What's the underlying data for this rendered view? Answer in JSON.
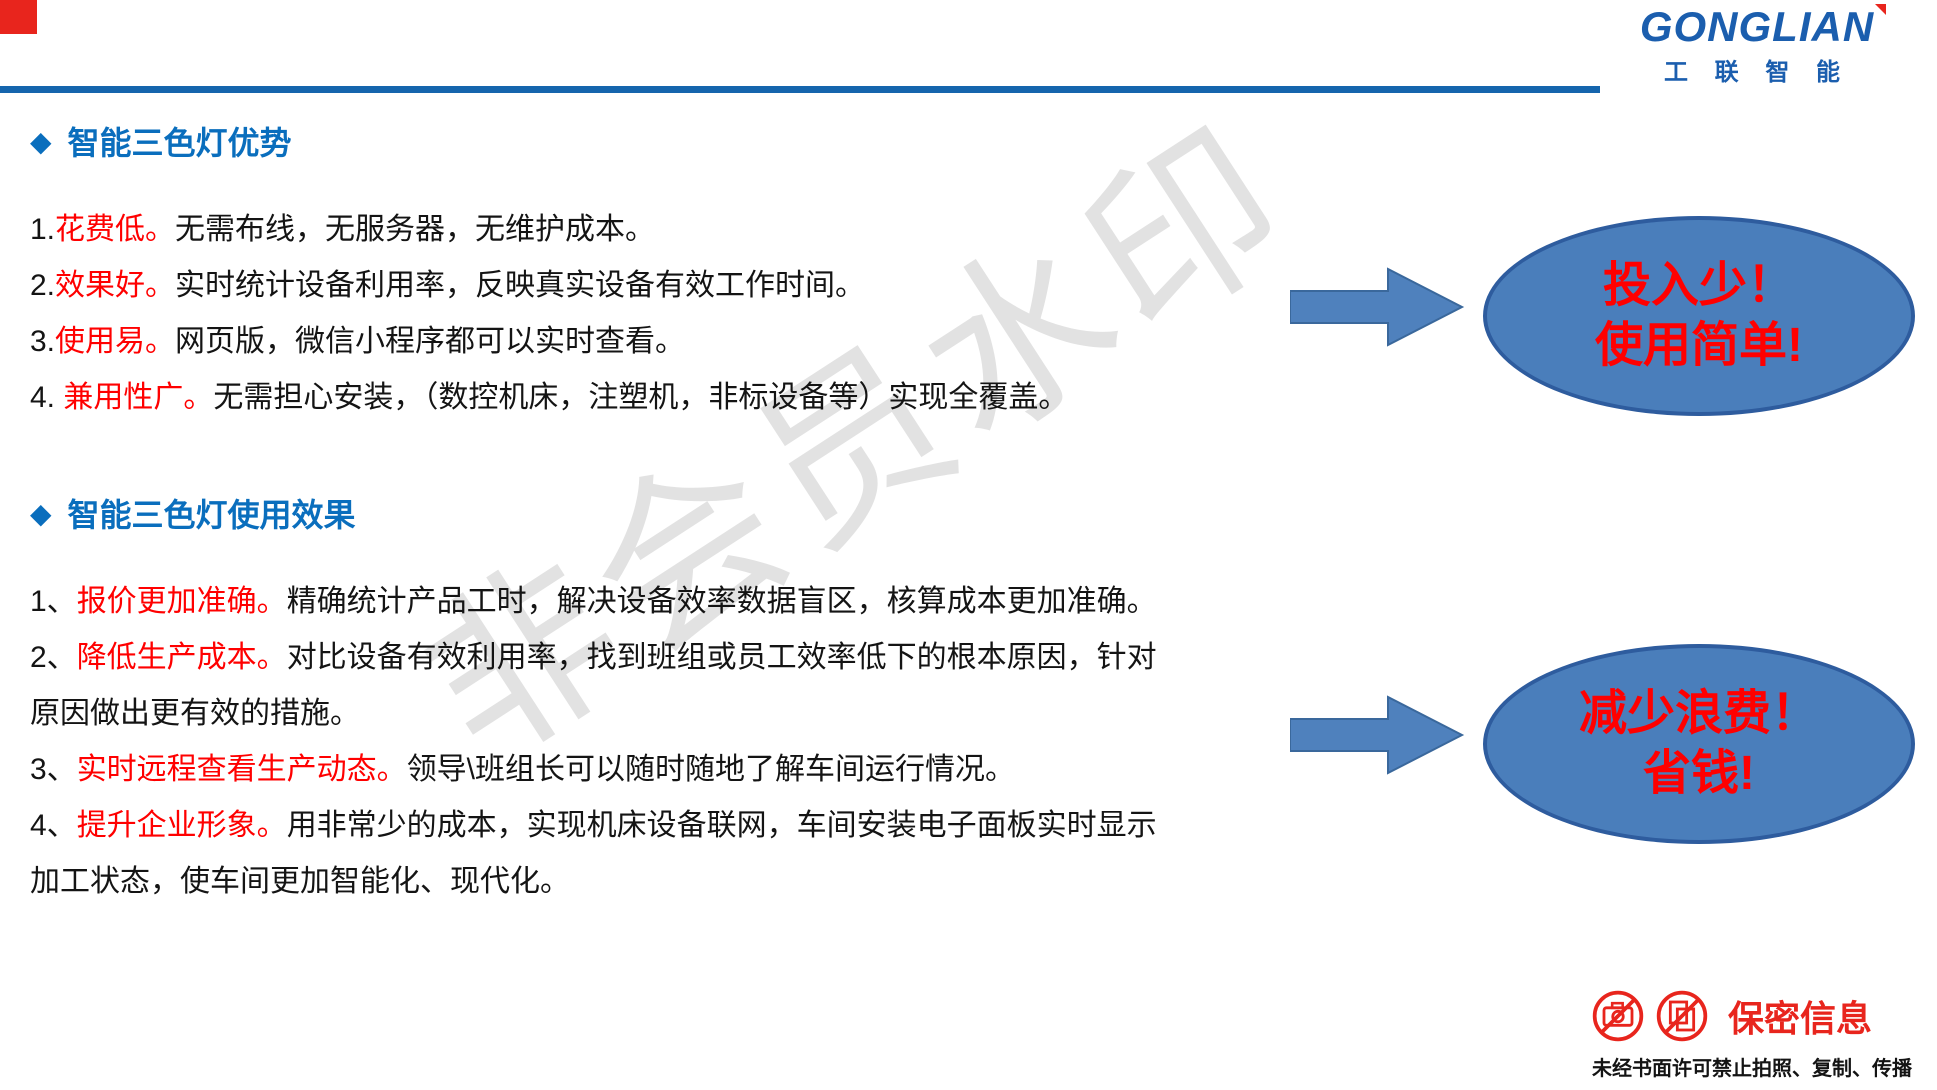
{
  "logo": {
    "brand": "GONGLIAN",
    "subtitle": "工 联 智 能"
  },
  "watermark": {
    "text": "非会员水印"
  },
  "section1": {
    "title": "智能三色灯优势",
    "items": [
      {
        "prefix": "1.",
        "highlight": "花费低。",
        "text": "无需布线，无服务器，无维护成本。"
      },
      {
        "prefix": "2.",
        "highlight": "效果好。",
        "text": "实时统计设备利用率，反映真实设备有效工作时间。"
      },
      {
        "prefix": "3.",
        "highlight": "使用易。",
        "text": "网页版，微信小程序都可以实时查看。"
      },
      {
        "prefix": "4. ",
        "highlight": "兼用性广。",
        "text": "无需担心安装，（数控机床，注塑机，非标设备等）实现全覆盖。"
      }
    ],
    "callout": {
      "line1": "投入少！",
      "line2": "使用简单!"
    }
  },
  "section2": {
    "title": "智能三色灯使用效果",
    "items": [
      {
        "prefix": "1、",
        "highlight": "报价更加准确。",
        "text": "精确统计产品工时，解决设备效率数据盲区，核算成本更加准确。"
      },
      {
        "prefix": "2、",
        "highlight": "降低生产成本。",
        "text": "对比设备有效利用率，找到班组或员工效率低下的根本原因，针对原因做出更有效的措施。"
      },
      {
        "prefix": "3、",
        "highlight": "实时远程查看生产动态。",
        "text": "领导\\班组长可以随时随地了解车间运行情况。"
      },
      {
        "prefix": "4、",
        "highlight": "提升企业形象。",
        "text": "用非常少的成本，实现机床设备联网，车间安装电子面板实时显示加工状态，使车间更加智能化、现代化。"
      }
    ],
    "callout": {
      "line1": "减少浪费！",
      "line2": "省钱!"
    }
  },
  "footer": {
    "confidential": "保密信息",
    "note": "未经书面许可禁止拍照、复制、传播"
  },
  "colors": {
    "brand_blue": "#1b5eae",
    "heading_blue": "#0a6ebd",
    "rule_blue": "#1565ad",
    "highlight_red": "#ff0000",
    "accent_red": "#e8251d",
    "ellipse_fill": "#4a7ebb",
    "ellipse_border": "#2e5c9e",
    "arrow_fill": "#4f81bd"
  }
}
